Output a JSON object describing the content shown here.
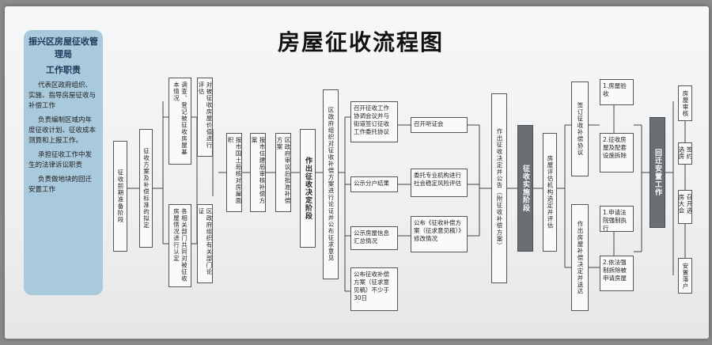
{
  "title": "房屋征收流程图",
  "panel": {
    "org": "振兴区房屋征收管理局",
    "subtitle": "工作职责",
    "items": [
      "代表区政府组织、实施、指导房屋征收与补偿工作",
      "负责编制区域内年度征收计划、征收成本测算和上报工作。",
      "承担征收工作中发生的法律诉讼职责",
      "负责做地块的回迁安置工作"
    ]
  },
  "flow": {
    "b1": "征收前期准备阶段",
    "b2": "征收方案及补偿标准的拟定",
    "b3": "调查、登记被征收房屋基本情况",
    "b4": "各相关部门共同对被征收房屋情况进行认定",
    "b5": "对被征收房屋价值进行评估",
    "b6": "区政府组织有关部门论证",
    "b7": "报市国土局核对房屋面积",
    "b8": "报市住建局审核补偿方案",
    "b9": "区政府审议后批准补偿方案",
    "stage1": "作出征收决定阶段",
    "b10": "区政府组织对征收补偿方案进行论证并公布征求意见",
    "s1": "召开征收工作协调会议并与街道签订征收工作委托协议",
    "s2": "公示分户结果",
    "s3": "公示房屋信息汇总情况",
    "s4": "公布征收补偿方案（征求意见稿）不少于30日",
    "m1": "召开听证会",
    "m2": "委托专业机构进行社会稳定风险评估",
    "m3": "公布《征收补偿方案（征求意见稿）》修改情况",
    "b11": "作出征收决定并公告（附征收补偿方案）",
    "stage2": "征收实施阶段",
    "b12": "房屋评估机构选定并评估",
    "b13": "签订征收补偿协议",
    "b14": "作出房屋补偿决定并送达",
    "r1": "1.房屋验收",
    "r2": "2.征收房屋及配套设施拆除",
    "r3": "1.申请法院强制执行",
    "r4": "2.依法强制拆除被申请房屋",
    "stage3": "回迁安置工作",
    "f1": "房屋审核",
    "f2": "签约选房",
    "f3": "召开选房大会",
    "f4": "安置落户"
  }
}
